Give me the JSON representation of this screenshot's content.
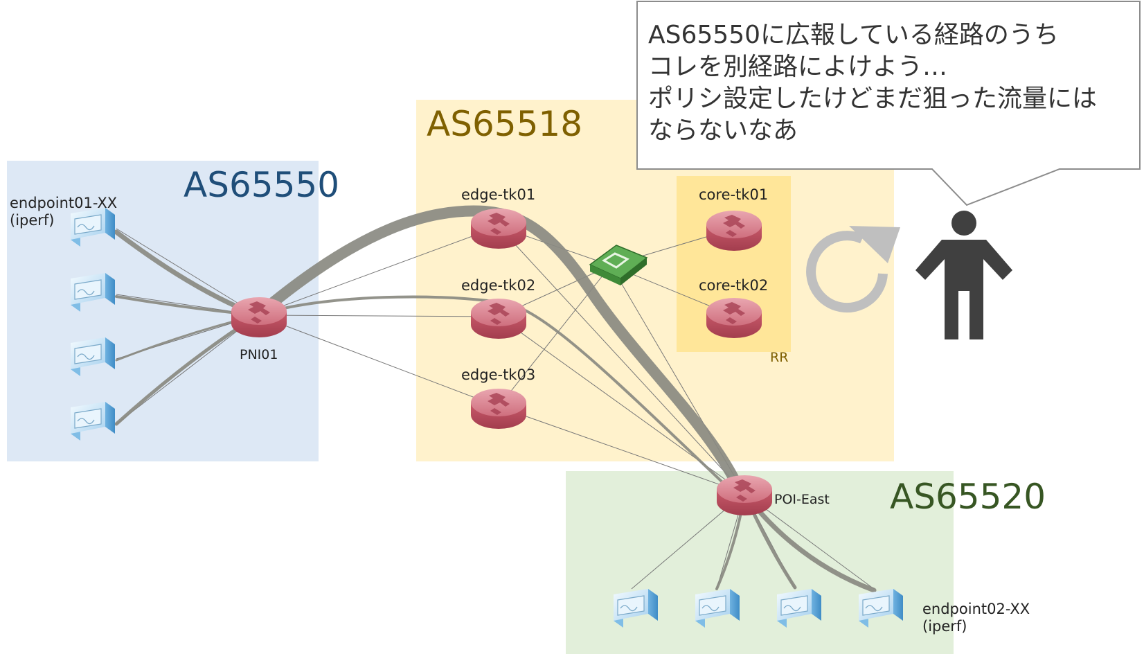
{
  "as_zones": {
    "as65550": {
      "label": "AS65550",
      "color": "#1f4e79",
      "fill": "#dde8f5"
    },
    "as65518": {
      "label": "AS65518",
      "color": "#7f6000",
      "fill": "#fff2cc"
    },
    "as65520": {
      "label": "AS65520",
      "color": "#375623",
      "fill": "#e2efda"
    },
    "rr": {
      "label": "RR",
      "fill": "#ffe699"
    }
  },
  "nodes": {
    "endpoint01": {
      "label": "endpoint01-XX",
      "sub": "(iperf)"
    },
    "pni01": {
      "label": "PNI01"
    },
    "edge_tk01": {
      "label": "edge-tk01"
    },
    "edge_tk02": {
      "label": "edge-tk02"
    },
    "edge_tk03": {
      "label": "edge-tk03"
    },
    "core_tk01": {
      "label": "core-tk01"
    },
    "core_tk02": {
      "label": "core-tk02"
    },
    "poi_east": {
      "label": "POI-East"
    },
    "endpoint02": {
      "label": "endpoint02-XX",
      "sub": "(iperf)"
    }
  },
  "callout": {
    "lines": [
      "AS65550に広報している経路のうち",
      "コレを別経路によけよう…",
      "ポリシ設定したけどまだ狙った流量には",
      "ならないなあ"
    ]
  },
  "icons": {
    "router": "router-icon",
    "switch": "l2-switch-icon",
    "server": "server-icon",
    "person": "person-icon",
    "refresh": "refresh-icon"
  },
  "colors": {
    "router": "#c95a6a",
    "server": "#8ec3ea",
    "switch": "#5fae55",
    "traffic": "#8a8a82"
  }
}
